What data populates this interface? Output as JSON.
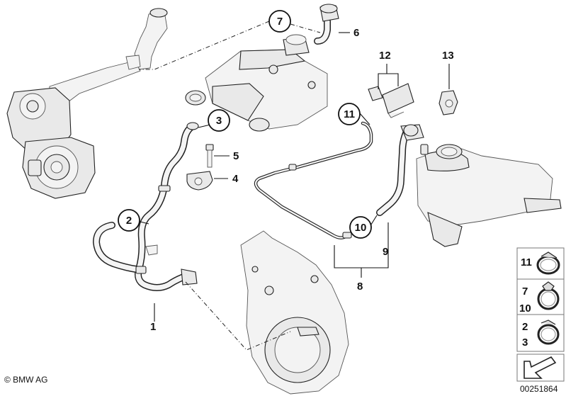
{
  "callouts": {
    "c1": "1",
    "c2": "2",
    "c3": "3",
    "c4": "4",
    "c5": "5",
    "c6": "6",
    "c7": "7",
    "c8": "8",
    "c9": "9",
    "c10": "10",
    "c11": "11",
    "c12": "12",
    "c13": "13"
  },
  "legend": {
    "row1": {
      "label_a": "11"
    },
    "row2": {
      "label_a": "7",
      "label_b": "10"
    },
    "row3": {
      "label_a": "2",
      "label_b": "3"
    }
  },
  "copyright": "© BMW AG",
  "diagram_number": "00251864"
}
